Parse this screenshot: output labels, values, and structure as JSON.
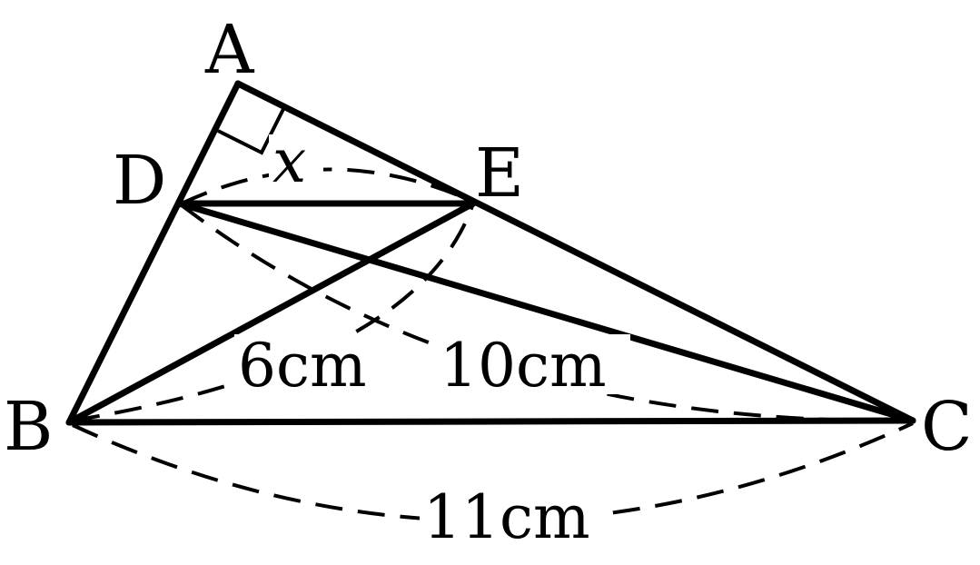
{
  "labels": {
    "A": "A",
    "B": "B",
    "C": "C",
    "D": "D",
    "E": "E"
  },
  "measures": {
    "x": "x",
    "BE_dashed": "6cm",
    "DC_dashed": "10cm",
    "BC_dashed": "11cm"
  },
  "colors": {
    "line": "#000000",
    "background": "#ffffff"
  }
}
